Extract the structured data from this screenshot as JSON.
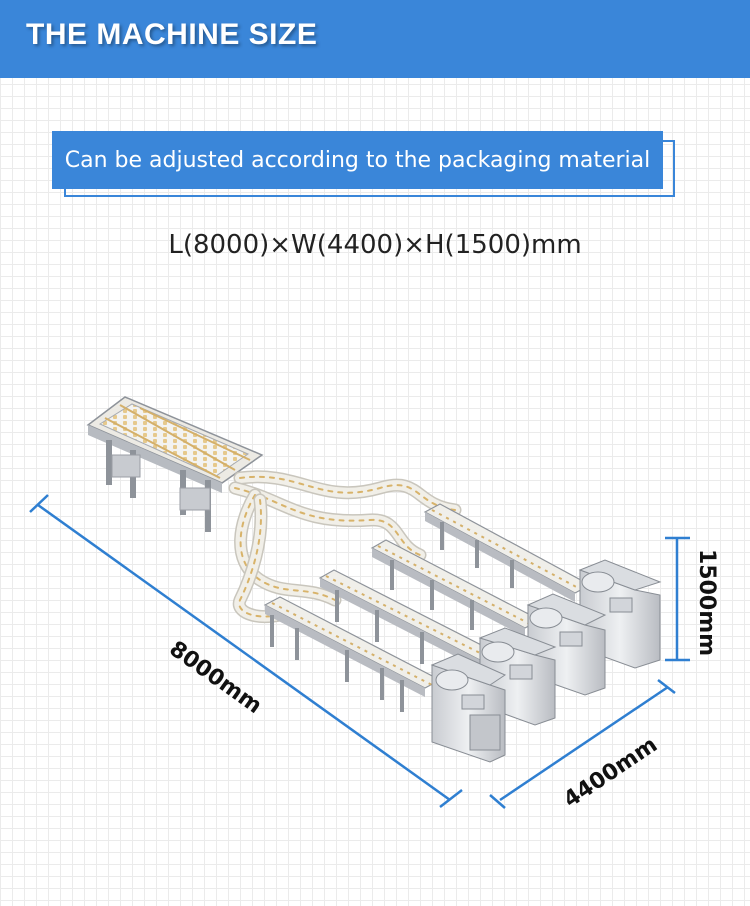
{
  "header": {
    "title": "THE MACHINE SIZE"
  },
  "subtitle": {
    "text": "Can be adjusted according to the packaging material"
  },
  "dimensions": {
    "text": "L(8000)×W(4400)×H(1500)mm"
  },
  "measurements": {
    "length_label": "8000mm",
    "width_label": "4400mm",
    "height_label": "1500mm"
  },
  "colors": {
    "brand_blue": "#3a86d9",
    "dimension_line": "#2f7fd1",
    "text_dark": "#222222"
  }
}
